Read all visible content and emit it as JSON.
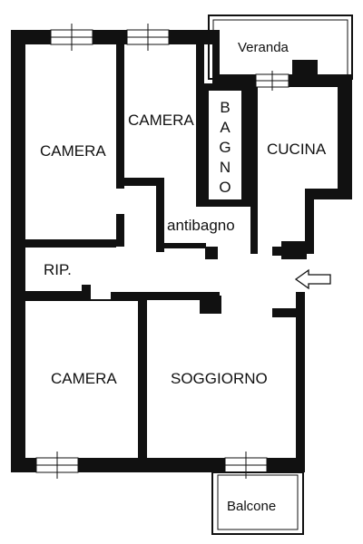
{
  "plan": {
    "rooms": {
      "camera_top_left": "CAMERA",
      "camera_top_mid": "CAMERA",
      "bagno": "BAGNO",
      "cucina": "CUCINA",
      "veranda": "Veranda",
      "antibagno": "antibagno",
      "ripostiglio": "RIP.",
      "camera_bottom": "CAMERA",
      "soggiorno": "SOGGIORNO",
      "balcone": "Balcone"
    },
    "entrance_arrow_icon": "arrow-left-outline-icon",
    "colors": {
      "wall": "#111111",
      "background": "#ffffff"
    }
  }
}
